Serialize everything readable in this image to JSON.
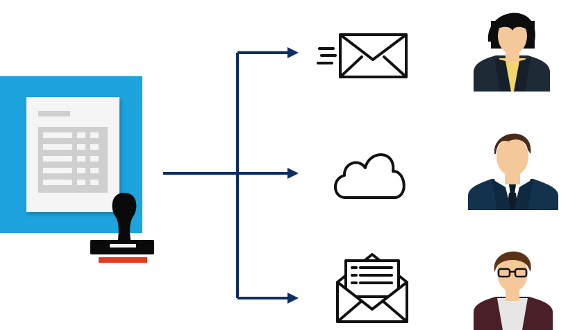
{
  "diagram": {
    "nodes": [
      {
        "id": "invoice-document",
        "icon": "stamped-document-icon"
      },
      {
        "id": "email-send",
        "icon": "sending-envelope-icon"
      },
      {
        "id": "cloud-storage",
        "icon": "cloud-icon"
      },
      {
        "id": "open-mail",
        "icon": "open-envelope-letter-icon"
      },
      {
        "id": "recipient-1",
        "icon": "woman-avatar-icon"
      },
      {
        "id": "recipient-2",
        "icon": "man-avatar-icon"
      },
      {
        "id": "recipient-3",
        "icon": "woman-glasses-avatar-icon"
      }
    ],
    "edges": [
      {
        "from": "invoice-document",
        "to": "email-send"
      },
      {
        "from": "invoice-document",
        "to": "cloud-storage"
      },
      {
        "from": "invoice-document",
        "to": "open-mail"
      }
    ],
    "colors": {
      "document_background": "#1da3de",
      "paper": "#f5f5f5",
      "table_gray": "#cfcfcf",
      "arrow": "#0b2f63",
      "stamp_black": "#0a0a0a",
      "stamp_ink": "#e53b1c",
      "icon_stroke": "#111111",
      "suit_dark": "#1e2a35",
      "suit_navy": "#13324d",
      "skin": "#f5c89a",
      "hair_black": "#0d0d0d",
      "hair_brown": "#4a2b17",
      "shirt_yellow": "#f2d66b",
      "cardigan": "#4a1f27"
    }
  }
}
